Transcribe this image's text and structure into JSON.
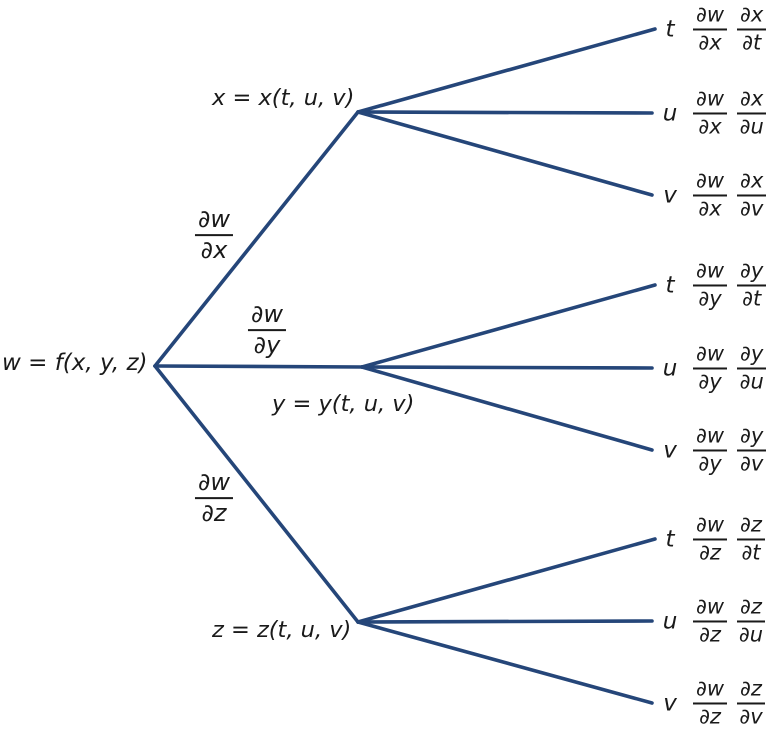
{
  "colors": {
    "line": "#254679",
    "text": "#1a1a1a"
  },
  "root": {
    "label": "w = f(x, y, z)"
  },
  "branches": [
    {
      "node_label": "x = x(t, u, v)",
      "edge_label": {
        "num": "∂w",
        "den": "∂x"
      },
      "leaves": [
        {
          "variable": "t",
          "frac1": {
            "num": "∂w",
            "den": "∂x"
          },
          "frac2": {
            "num": "∂x",
            "den": "∂t"
          }
        },
        {
          "variable": "u",
          "frac1": {
            "num": "∂w",
            "den": "∂x"
          },
          "frac2": {
            "num": "∂x",
            "den": "∂u"
          }
        },
        {
          "variable": "v",
          "frac1": {
            "num": "∂w",
            "den": "∂x"
          },
          "frac2": {
            "num": "∂x",
            "den": "∂v"
          }
        }
      ]
    },
    {
      "node_label": "y = y(t, u, v)",
      "edge_label": {
        "num": "∂w",
        "den": "∂y"
      },
      "leaves": [
        {
          "variable": "t",
          "frac1": {
            "num": "∂w",
            "den": "∂y"
          },
          "frac2": {
            "num": "∂y",
            "den": "∂t"
          }
        },
        {
          "variable": "u",
          "frac1": {
            "num": "∂w",
            "den": "∂y"
          },
          "frac2": {
            "num": "∂y",
            "den": "∂u"
          }
        },
        {
          "variable": "v",
          "frac1": {
            "num": "∂w",
            "den": "∂y"
          },
          "frac2": {
            "num": "∂y",
            "den": "∂v"
          }
        }
      ]
    },
    {
      "node_label": "z = z(t, u, v)",
      "edge_label": {
        "num": "∂w",
        "den": "∂z"
      },
      "leaves": [
        {
          "variable": "t",
          "frac1": {
            "num": "∂w",
            "den": "∂z"
          },
          "frac2": {
            "num": "∂z",
            "den": "∂t"
          }
        },
        {
          "variable": "u",
          "frac1": {
            "num": "∂w",
            "den": "∂z"
          },
          "frac2": {
            "num": "∂z",
            "den": "∂u"
          }
        },
        {
          "variable": "v",
          "frac1": {
            "num": "∂w",
            "den": "∂z"
          },
          "frac2": {
            "num": "∂z",
            "den": "∂v"
          }
        }
      ]
    }
  ]
}
